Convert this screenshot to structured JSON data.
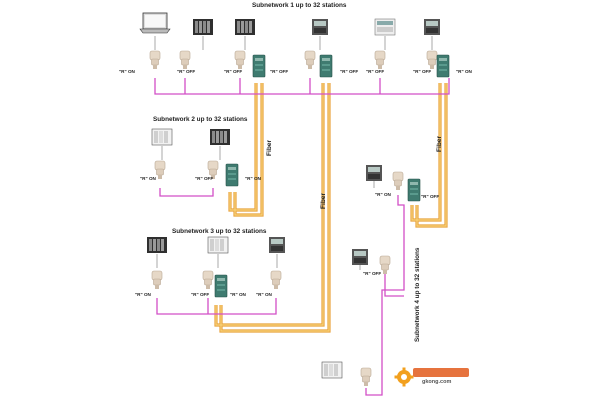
{
  "subnetworks": [
    {
      "id": 1,
      "title": "Subnetwork 1 up to 32 stations"
    },
    {
      "id": 2,
      "title": "Subnetwork 2 up to 32 stations"
    },
    {
      "id": 3,
      "title": "Subnetwork 3 up to 32 stations"
    },
    {
      "id": 4,
      "title": "Subnetwork 4 up to 32 stations"
    }
  ],
  "fiber_labels": [
    "Fiber",
    "Fiber",
    "Fiber"
  ],
  "terminator_labels": {
    "on": "\"R\" ON",
    "off": "\"R\" OFF"
  },
  "watermark": {
    "text": "gkong.com",
    "colors": {
      "gear": "#f2a01e",
      "text": "#e25a1c",
      "sub": "#555555"
    }
  },
  "colors": {
    "bus": "#d24fc6",
    "fiber_outer": "#e8a23c",
    "fiber_inner": "#f7d27a",
    "connector": "#e6d8c7",
    "repeater": "#3f7b70"
  }
}
